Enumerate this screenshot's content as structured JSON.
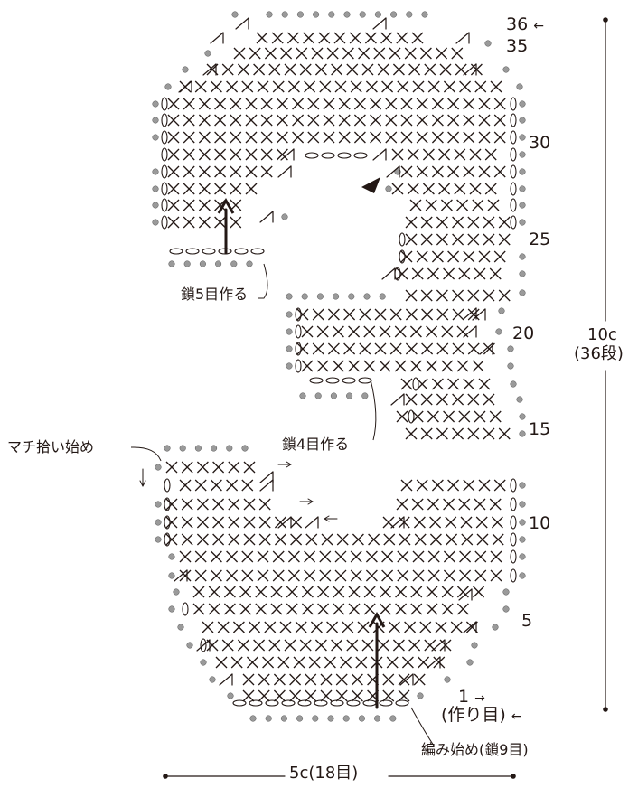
{
  "colors": {
    "ink": "#231815",
    "chain_dot": "#9a9a9a",
    "background": "#ffffff"
  },
  "row_labels": [
    "36",
    "35",
    "30",
    "25",
    "20",
    "15",
    "10",
    "5",
    "1"
  ],
  "row_arrow": "←",
  "row1_arrow": "→",
  "foundation_label": "(作り目)",
  "height_dimension": {
    "value": "10c",
    "rows": "(36段)"
  },
  "width_dimension": "5c(18目)",
  "annotations": {
    "chain5": "鎖5目作る",
    "chain4": "鎖4目作る",
    "gusset_start": "マチ拾い始め",
    "begin": "編み始め(鎖9目)"
  },
  "symbols": {
    "single_crochet": "×",
    "chain": "○",
    "direction_right": "→",
    "direction_left": "←"
  }
}
